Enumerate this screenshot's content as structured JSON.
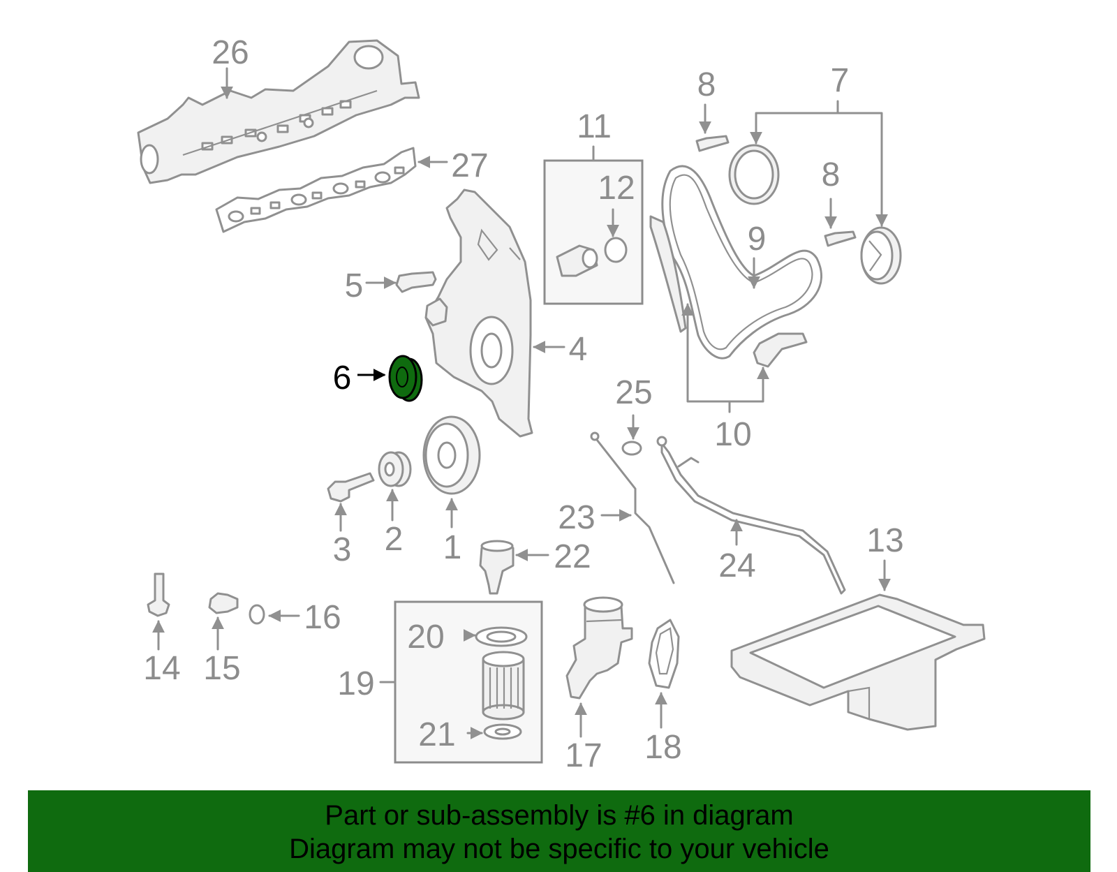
{
  "diagram": {
    "labels": [
      "26",
      "27",
      "11",
      "12",
      "8",
      "7",
      "8",
      "9",
      "5",
      "4",
      "6",
      "25",
      "10",
      "23",
      "24",
      "3",
      "2",
      "1",
      "22",
      "13",
      "16",
      "20",
      "19",
      "21",
      "14",
      "15",
      "17",
      "18"
    ],
    "highlight_label": "6",
    "highlight_color": "#0f6b0f",
    "part_color": "#909090"
  },
  "banner": {
    "line1": "Part or sub-assembly is #6 in diagram",
    "line2": "Diagram may not be specific to your vehicle",
    "background": "#0f6b0f"
  }
}
